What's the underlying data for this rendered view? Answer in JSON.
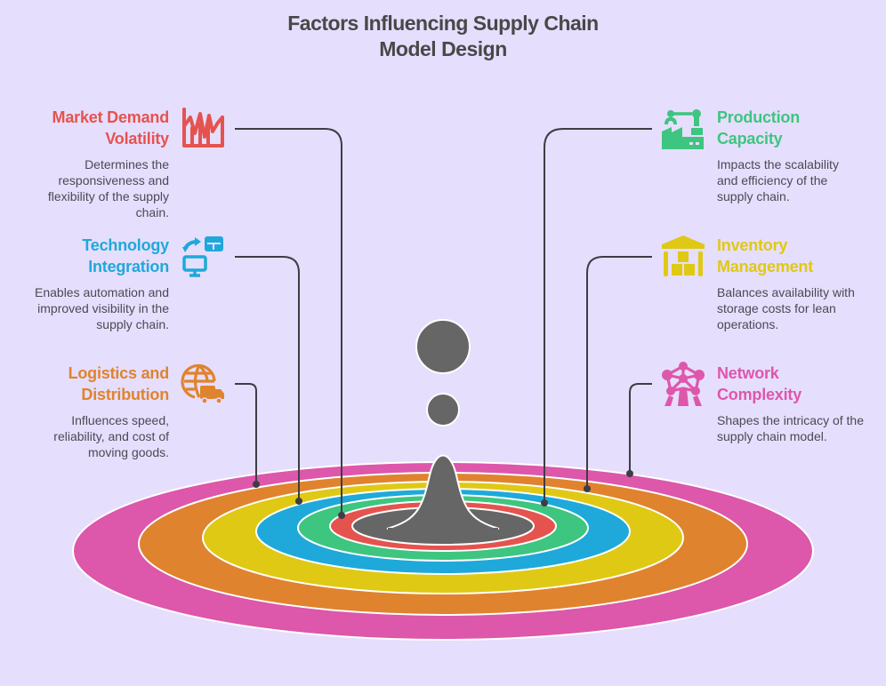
{
  "title": {
    "line1": "Factors Influencing Supply Chain",
    "line2": "Model Design"
  },
  "colors": {
    "background": "#e6defd",
    "center": "#666666",
    "connector": "#3d3d45",
    "ring_outline": "#ffffff"
  },
  "factors": [
    {
      "id": "market-demand-volatility",
      "title_line1": "Market Demand",
      "title_line2": "Volatility",
      "description": "Determines the responsiveness and flexibility of the supply chain.",
      "color": "#e5534f",
      "icon": "volatility-chart-icon",
      "side": "left",
      "ring": 1
    },
    {
      "id": "technology-integration",
      "title_line1": "Technology",
      "title_line2": "Integration",
      "description": "Enables automation and improved visibility in the supply chain.",
      "color": "#1ea9da",
      "icon": "computer-sync-icon",
      "side": "left",
      "ring": 3
    },
    {
      "id": "logistics-distribution",
      "title_line1": "Logistics and",
      "title_line2": "Distribution",
      "description": "Influences speed, reliability, and cost of moving goods.",
      "color": "#e0832e",
      "icon": "globe-truck-icon",
      "side": "left",
      "ring": 5
    },
    {
      "id": "production-capacity",
      "title_line1": "Production",
      "title_line2": "Capacity",
      "description": "Impacts the scalability and efficiency of the supply chain.",
      "color": "#3ec57f",
      "icon": "robotic-factory-icon",
      "side": "right",
      "ring": 2
    },
    {
      "id": "inventory-management",
      "title_line1": "Inventory",
      "title_line2": "Management",
      "description": "Balances availability with storage costs for lean operations.",
      "color": "#dfc915",
      "icon": "warehouse-boxes-icon",
      "side": "right",
      "ring": 4
    },
    {
      "id": "network-complexity",
      "title_line1": "Network",
      "title_line2": "Complexity",
      "description": "Shapes the intricacy of the supply chain model.",
      "color": "#dd57ab",
      "icon": "atomium-network-icon",
      "side": "right",
      "ring": 6
    }
  ]
}
